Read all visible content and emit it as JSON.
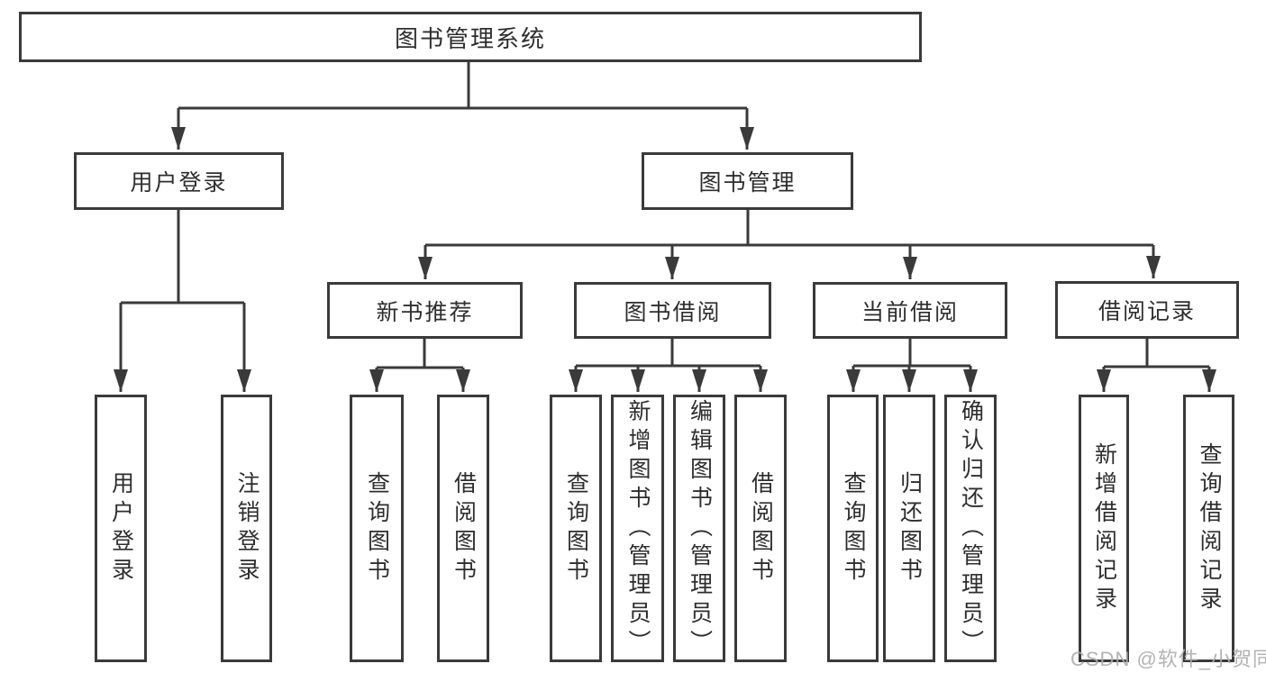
{
  "colors": {
    "line": "#3a3a3a",
    "node_border": "#3a3a3a",
    "node_text": "#2e2e2e",
    "background": "#ffffff",
    "watermark": "#acacac"
  },
  "watermark": {
    "text": "CSDN @软件_小贺同学"
  },
  "tree": {
    "label": "图书管理系统",
    "children": [
      {
        "label": "用户登录",
        "children": [
          {
            "label": "用户登录"
          },
          {
            "label": "注销登录"
          }
        ]
      },
      {
        "label": "图书管理",
        "children": [
          {
            "label": "新书推荐",
            "children": [
              {
                "label": "查询图书"
              },
              {
                "label": "借阅图书"
              }
            ]
          },
          {
            "label": "图书借阅",
            "children": [
              {
                "label": "查询图书"
              },
              {
                "label": "新增图书（管理员）"
              },
              {
                "label": "编辑图书（管理员）"
              },
              {
                "label": "借阅图书"
              }
            ]
          },
          {
            "label": "当前借阅",
            "children": [
              {
                "label": "查询图书"
              },
              {
                "label": "归还图书"
              },
              {
                "label": "确认归还（管理员）"
              }
            ]
          },
          {
            "label": "借阅记录",
            "children": [
              {
                "label": "新增借阅记录"
              },
              {
                "label": "查询借阅记录"
              }
            ]
          }
        ]
      }
    ]
  }
}
